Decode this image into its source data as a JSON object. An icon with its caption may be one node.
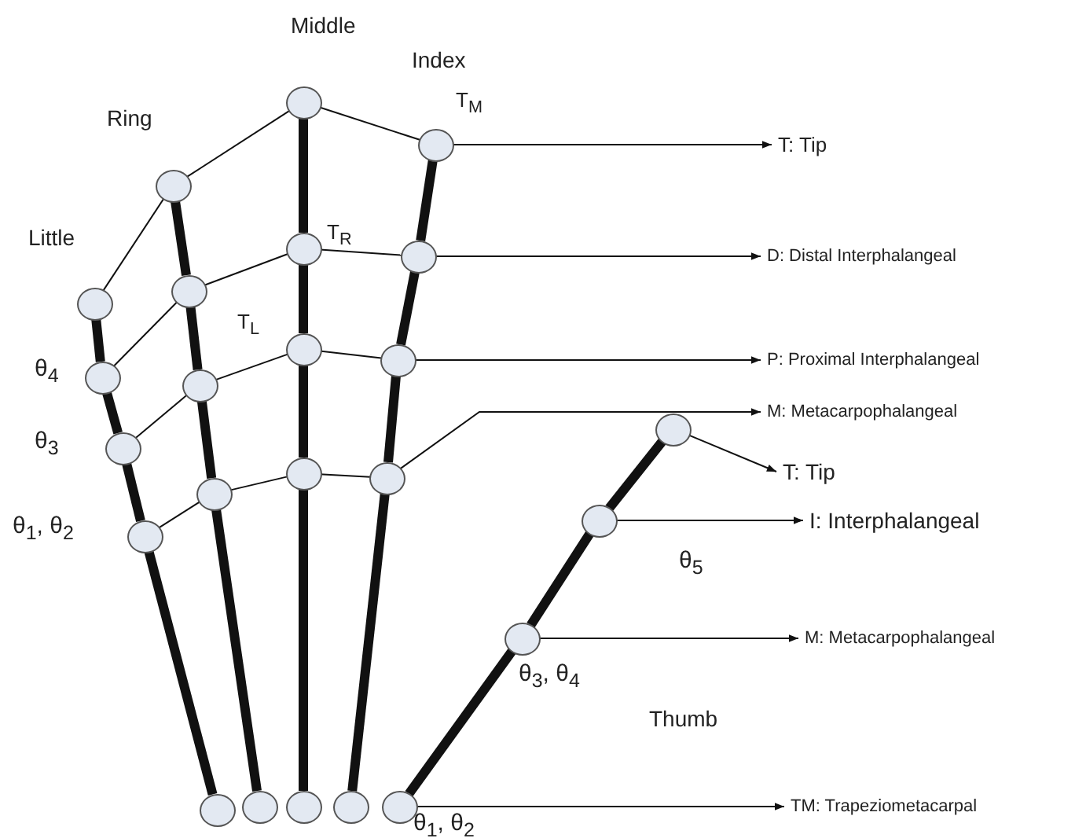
{
  "diagram": {
    "nodes": [
      {
        "text": [],
        "shape": "circle"
      },
      {
        "text": [],
        "shape": "circle"
      },
      {
        "text": [],
        "shape": "circle"
      },
      {
        "text": [],
        "shape": "circle"
      },
      {
        "text": [],
        "shape": "circle"
      },
      {
        "text": [],
        "shape": "circle"
      },
      {
        "text": [],
        "shape": "circle"
      },
      {
        "text": [],
        "shape": "circle"
      },
      {
        "text": [],
        "shape": "circle"
      },
      {
        "text": [],
        "shape": "circle"
      },
      {
        "text": [],
        "shape": "circle"
      },
      {
        "text": [],
        "shape": "circle"
      },
      {
        "text": [],
        "shape": "circle"
      },
      {
        "text": [],
        "shape": "circle"
      },
      {
        "text": [],
        "shape": "circle"
      },
      {
        "text": [],
        "shape": "circle"
      },
      {
        "text": [],
        "shape": "circle"
      },
      {
        "text": [],
        "shape": "circle"
      },
      {
        "text": [],
        "shape": "circle"
      },
      {
        "text": [],
        "shape": "circle"
      },
      {
        "text": [],
        "shape": "circle"
      },
      {
        "text": [],
        "shape": "circle"
      },
      {
        "text": [],
        "shape": "circle"
      },
      {
        "text": [],
        "shape": "circle"
      },
      {
        "text": [
          "T: Tip"
        ]
      },
      {
        "text": [
          "D: Distal Interphalangeal"
        ]
      },
      {
        "text": [
          "P: Proximal Interphalangeal"
        ]
      },
      {
        "text": [
          "M: Metacarpophalangeal"
        ]
      },
      {
        "text": [
          "T: Tip"
        ]
      },
      {
        "text": [
          "I: Interphalangeal"
        ]
      },
      {
        "text": [
          "M: Metacarpophalangeal"
        ]
      },
      {
        "text": [
          "TM: Trapeziometacarpal"
        ]
      }
    ],
    "edges": [
      {
        "from": 4,
        "to": 3,
        "arrow": "none",
        "style": "thick"
      },
      {
        "from": 3,
        "to": 2,
        "arrow": "none",
        "style": "thick"
      },
      {
        "from": 2,
        "to": 1,
        "arrow": "none",
        "style": "thick"
      },
      {
        "from": 1,
        "to": 0,
        "arrow": "none",
        "style": "thick"
      },
      {
        "from": 9,
        "to": 8,
        "arrow": "none",
        "style": "thick"
      },
      {
        "from": 8,
        "to": 7,
        "arrow": "none",
        "style": "thick"
      },
      {
        "from": 7,
        "to": 6,
        "arrow": "none",
        "style": "thick"
      },
      {
        "from": 6,
        "to": 5,
        "arrow": "none",
        "style": "thick"
      },
      {
        "from": 14,
        "to": 13,
        "arrow": "none",
        "style": "thick"
      },
      {
        "from": 13,
        "to": 12,
        "arrow": "none",
        "style": "thick"
      },
      {
        "from": 12,
        "to": 11,
        "arrow": "none",
        "style": "thick"
      },
      {
        "from": 11,
        "to": 10,
        "arrow": "none",
        "style": "thick"
      },
      {
        "from": 19,
        "to": 18,
        "arrow": "none",
        "style": "thick"
      },
      {
        "from": 18,
        "to": 17,
        "arrow": "none",
        "style": "thick"
      },
      {
        "from": 17,
        "to": 16,
        "arrow": "none",
        "style": "thick"
      },
      {
        "from": 16,
        "to": 15,
        "arrow": "none",
        "style": "thick"
      },
      {
        "from": 23,
        "to": 22,
        "arrow": "none",
        "style": "thick"
      },
      {
        "from": 22,
        "to": 21,
        "arrow": "none",
        "style": "thick"
      },
      {
        "from": 21,
        "to": 20,
        "arrow": "none",
        "style": "thick"
      },
      {
        "from": 0,
        "to": 5,
        "arrow": "none"
      },
      {
        "from": 5,
        "to": 10,
        "arrow": "none"
      },
      {
        "from": 10,
        "to": 15,
        "arrow": "none"
      },
      {
        "from": 1,
        "to": 6,
        "arrow": "none"
      },
      {
        "from": 6,
        "to": 11,
        "arrow": "none"
      },
      {
        "from": 11,
        "to": 16,
        "arrow": "none"
      },
      {
        "from": 2,
        "to": 7,
        "arrow": "none"
      },
      {
        "from": 7,
        "to": 12,
        "arrow": "none"
      },
      {
        "from": 12,
        "to": 17,
        "arrow": "none"
      },
      {
        "from": 3,
        "to": 8,
        "arrow": "none"
      },
      {
        "from": 8,
        "to": 13,
        "arrow": "none"
      },
      {
        "from": 13,
        "to": 18,
        "arrow": "none"
      },
      {
        "from": 15,
        "to": 24,
        "arrow": "to"
      },
      {
        "from": 16,
        "to": 25,
        "arrow": "to"
      },
      {
        "from": 17,
        "to": 26,
        "arrow": "to"
      },
      {
        "from": 18,
        "to": 27,
        "arrow": "to"
      },
      {
        "from": 20,
        "to": 28,
        "arrow": "to"
      },
      {
        "from": 21,
        "to": 29,
        "arrow": "to"
      },
      {
        "from": 22,
        "to": 30,
        "arrow": "to"
      },
      {
        "from": 23,
        "to": 31,
        "arrow": "to"
      }
    ],
    "labels": [
      "Middle",
      "Index",
      "Ring",
      "T$_{M}$",
      "T$_{R}$",
      "Little",
      "θ$_{4}$",
      "T$_{L}$",
      "θ$_{3}$",
      "θ$_{1}$, θ$_{2}$",
      "θ$_{5}$",
      "θ$_{3}$, θ$_{4}$",
      "Thumb",
      "θ$_{1}$, θ$_{2}$"
    ]
  }
}
